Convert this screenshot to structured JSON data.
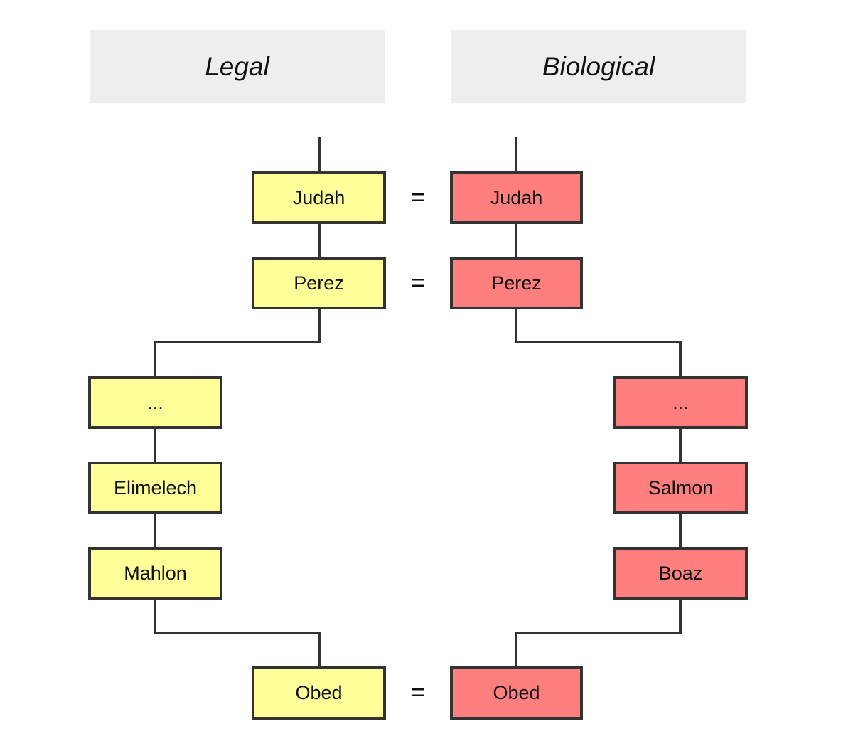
{
  "headers": {
    "legal": "Legal",
    "biological": "Biological"
  },
  "legal": {
    "judah": "Judah",
    "perez": "Perez",
    "ellipsis": "...",
    "elimelech": "Elimelech",
    "mahlon": "Mahlon",
    "obed": "Obed"
  },
  "biological": {
    "judah": "Judah",
    "perez": "Perez",
    "ellipsis": "...",
    "salmon": "Salmon",
    "boaz": "Boaz",
    "obed": "Obed"
  },
  "equals": "=",
  "colors": {
    "legal_fill": "#ffff99",
    "biological_fill": "#ff7f7f",
    "header_fill": "#eeeeee",
    "line": "#333333"
  }
}
